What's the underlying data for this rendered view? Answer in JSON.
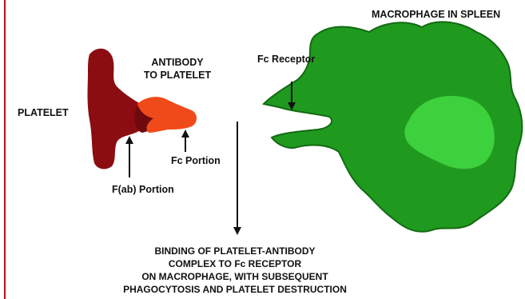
{
  "diagram": {
    "title": "MACROPHAGE IN SPLEEN",
    "labels": {
      "platelet": "PLATELET",
      "antibody_line1": "ANTIBODY",
      "antibody_line2": "TO PLATELET",
      "fc_receptor": "Fc Receptor",
      "fc_portion": "Fc Portion",
      "fab_portion": "F(ab) Portion"
    },
    "caption": {
      "line1": "BINDING OF PLATELET-ANTIBODY",
      "line2": "COMPLEX TO Fc RECEPTOR",
      "line3": "ON MACROPHAGE, WITH SUBSEQUENT",
      "line4": "PHAGOCYTOSIS AND PLATELET DESTRUCTION"
    },
    "colors": {
      "border_accent": "#b8121b",
      "platelet": "#8b0d12",
      "antibody": "#f04a1a",
      "antibody_dark": "#6e0a0d",
      "macrophage": "#1f9a1f",
      "macrophage_outline": "#136b13",
      "nucleus": "#3dd13d",
      "text": "#111111"
    }
  }
}
